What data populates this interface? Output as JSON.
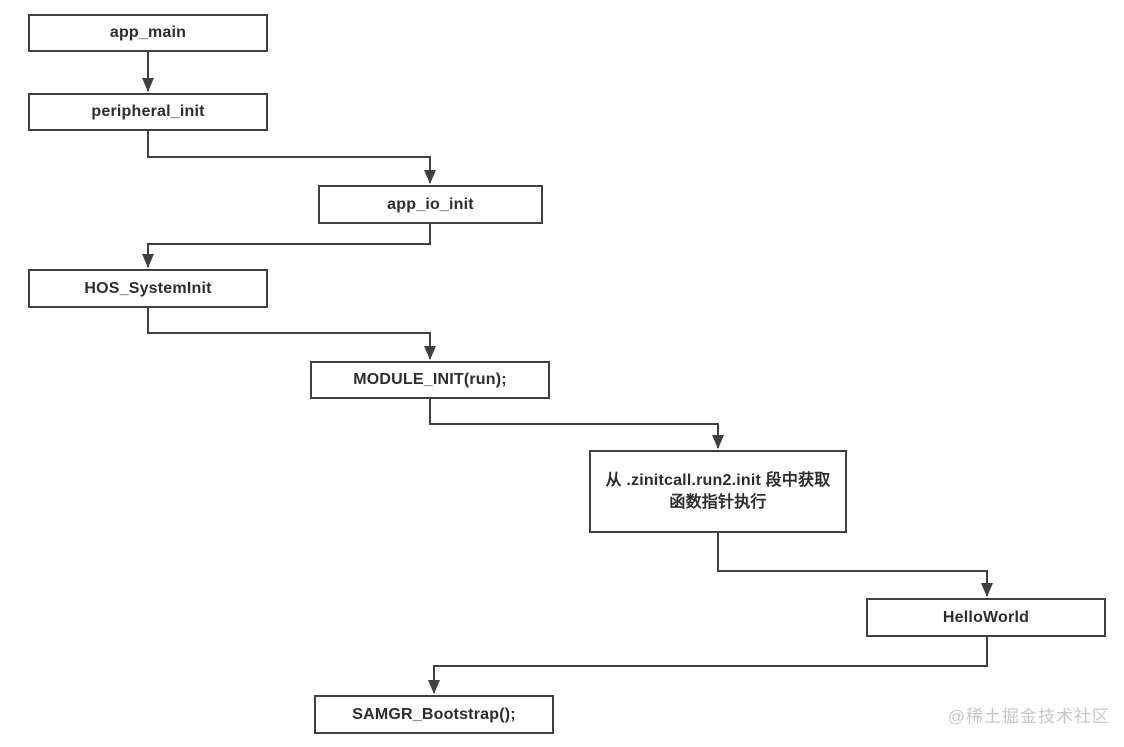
{
  "diagram": {
    "title": "startup-call-flowchart",
    "colors": {
      "box_border": "#404040",
      "connector": "#404040",
      "text": "#2d2d2d",
      "background": "#ffffff",
      "watermark": "#c7c7c7"
    },
    "nodes": [
      {
        "id": "app_main",
        "label": "app_main"
      },
      {
        "id": "peripheral_init",
        "label": "peripheral_init"
      },
      {
        "id": "app_io_init",
        "label": "app_io_init"
      },
      {
        "id": "hos_systeminit",
        "label": "HOS_SystemInit"
      },
      {
        "id": "module_init",
        "label": "MODULE_INIT(run);"
      },
      {
        "id": "zinitcall",
        "label": "从 .zinitcall.run2.init 段中获取函数指针执行",
        "lines": [
          "从 .zinitcall.run2.init 段中获取",
          "函数指针执行"
        ]
      },
      {
        "id": "helloworld",
        "label": "HelloWorld"
      },
      {
        "id": "samgr_bootstrap",
        "label": "SAMGR_Bootstrap();"
      }
    ],
    "edges": [
      {
        "from": "app_main",
        "to": "peripheral_init"
      },
      {
        "from": "peripheral_init",
        "to": "app_io_init"
      },
      {
        "from": "app_io_init",
        "to": "hos_systeminit"
      },
      {
        "from": "hos_systeminit",
        "to": "module_init"
      },
      {
        "from": "module_init",
        "to": "zinitcall"
      },
      {
        "from": "zinitcall",
        "to": "helloworld"
      },
      {
        "from": "helloworld",
        "to": "samgr_bootstrap"
      }
    ]
  },
  "watermark": {
    "text": "@稀土掘金技术社区"
  }
}
